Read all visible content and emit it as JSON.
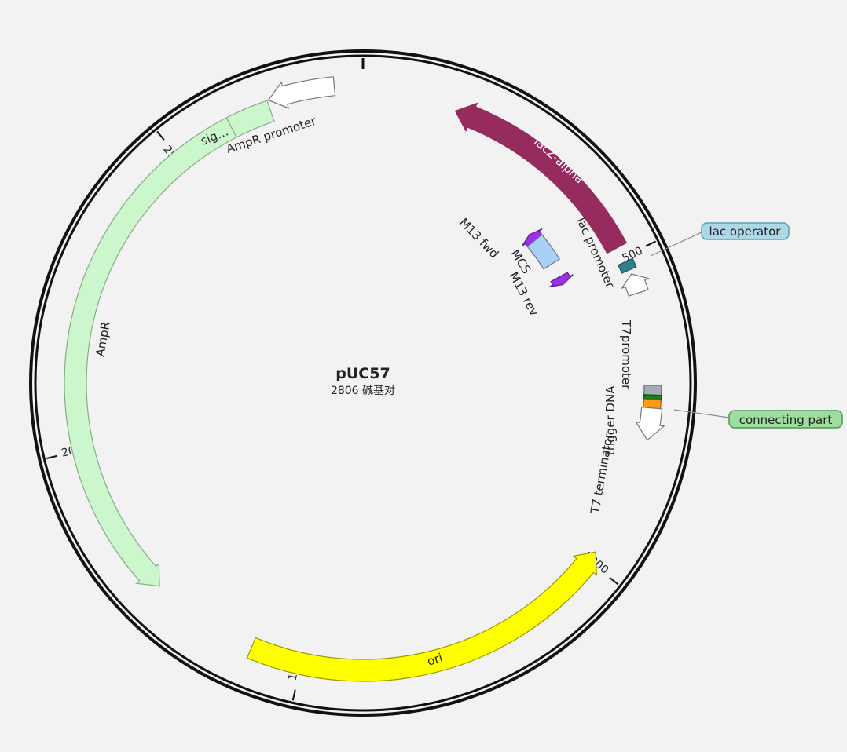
{
  "plasmid": {
    "name": "pUC57",
    "length_bp": 2806,
    "length_label": "2806 碱基对"
  },
  "ticks": [
    {
      "bp": 0,
      "label": ""
    },
    {
      "bp": 500,
      "label": "500"
    },
    {
      "bp": 1000,
      "label": "1000"
    },
    {
      "bp": 1500,
      "label": "1500"
    },
    {
      "bp": 2000,
      "label": "2000"
    },
    {
      "bp": 2500,
      "label": "2500"
    }
  ],
  "features": [
    {
      "id": "lacZ",
      "label": "lacZ-alpha",
      "start": 146,
      "end": 483,
      "strand": -1,
      "color": "#962b5e",
      "stroke": "#962b5e",
      "track": "outer"
    },
    {
      "id": "lacop",
      "label": "lac operator",
      "start": 508,
      "end": 522,
      "strand": 0,
      "color": "#2f7f8c",
      "stroke": "#1d5560",
      "track": "outer"
    },
    {
      "id": "lacprom",
      "label": "lac promoter",
      "start": 529,
      "end": 560,
      "strand": -1,
      "color": "#ffffff",
      "stroke": "#777777",
      "track": "outer"
    },
    {
      "id": "m13fwd",
      "label": "M13 fwd",
      "start": 376,
      "end": 392,
      "strand": -1,
      "color": "#9b30e6",
      "stroke": "#5e1a99",
      "track": "inner"
    },
    {
      "id": "mcs",
      "label": "MCS",
      "start": 392,
      "end": 450,
      "strand": 0,
      "color": "#a9d1f7",
      "stroke": "#667788",
      "track": "inner"
    },
    {
      "id": "m13rev",
      "label": "M13 rev",
      "start": 480,
      "end": 497,
      "strand": 1,
      "color": "#9b30e6",
      "stroke": "#5e1a99",
      "track": "inner"
    },
    {
      "id": "t7prom",
      "label": "T7promoter",
      "start": 705,
      "end": 720,
      "strand": 0,
      "color": "#a4adb6",
      "stroke": "#666666",
      "track": "outer"
    },
    {
      "id": "conn",
      "label": "connecting part",
      "start": 720,
      "end": 727,
      "strand": 0,
      "color": "#1e7b1e",
      "stroke": "#145214",
      "track": "outer"
    },
    {
      "id": "trigger",
      "label": "trigger DNA",
      "start": 727,
      "end": 740,
      "strand": 0,
      "color": "#ff9a1a",
      "stroke": "#996010",
      "track": "outer"
    },
    {
      "id": "t7term",
      "label": "T7 terminator",
      "start": 740,
      "end": 790,
      "strand": 1,
      "color": "#ffffff",
      "stroke": "#777777",
      "track": "outer"
    },
    {
      "id": "ori",
      "label": "ori",
      "start": 982,
      "end": 1581,
      "strand": -1,
      "color": "#ffff00",
      "stroke": "#999900",
      "track": "outer"
    },
    {
      "id": "ampr",
      "label": "AmpR",
      "start": 1754,
      "end": 2594,
      "strand": -1,
      "color": "#ccf6cc",
      "stroke": "#88aa88",
      "track": "outer"
    },
    {
      "id": "sig",
      "label": "sig…",
      "start": 2594,
      "end": 2660,
      "strand": 0,
      "color": "#ccf6cc",
      "stroke": "#88aa88",
      "track": "outer"
    },
    {
      "id": "amprprom",
      "label": "AmpR promoter",
      "start": 2662,
      "end": 2763,
      "strand": -1,
      "color": "#ffffff",
      "stroke": "#777777",
      "track": "outer2"
    }
  ],
  "callouts": [
    {
      "label": "lac operator",
      "fill": "#add8e6",
      "stroke": "#5f9fb0"
    },
    {
      "label": "connecting part",
      "fill": "#9fdc9f",
      "stroke": "#4e9a4e"
    }
  ]
}
